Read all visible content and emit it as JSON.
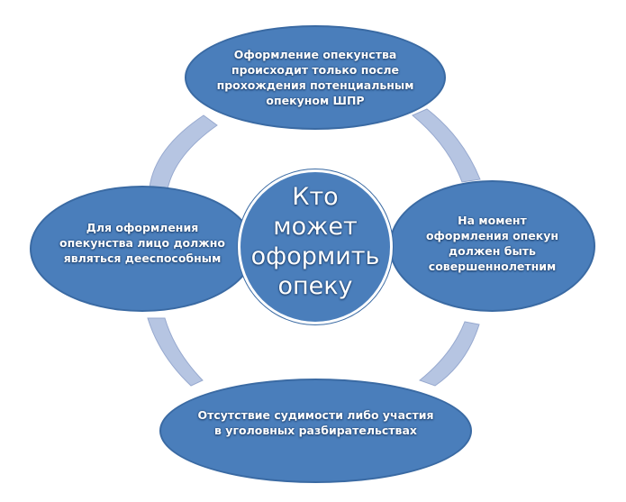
{
  "diagram": {
    "type": "cycle",
    "colors": {
      "node_fill": "#4a7ebb",
      "node_border": "#3a6aa3",
      "connector_fill": "#b6c5e2",
      "connector_border": "#97a9cf",
      "text": "#ffffff"
    },
    "center": {
      "label": "Кто может оформить опеку"
    },
    "nodes": [
      {
        "position": "top",
        "label": "Оформление опекунства происходит только после прохождения потенциальным опекуном ШПР"
      },
      {
        "position": "right",
        "label": "На момент оформления опекун должен быть совершеннолетним"
      },
      {
        "position": "bottom",
        "label": "Отсутствие судимости либо участия в уголовных разбирательствах"
      },
      {
        "position": "left",
        "label": "Для оформления опекунства лицо должно являться дееспособным"
      }
    ]
  }
}
